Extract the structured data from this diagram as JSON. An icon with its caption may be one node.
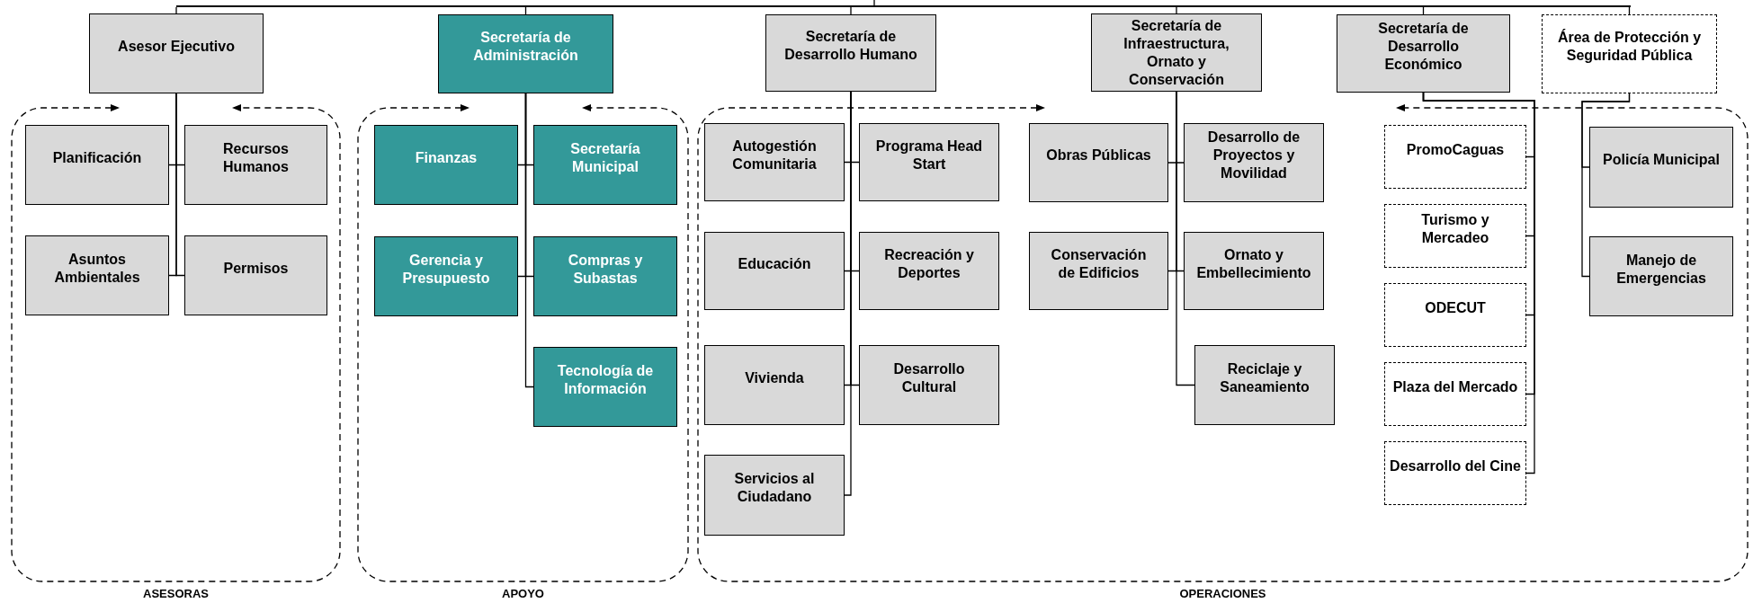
{
  "diagram": {
    "nodes": [
      {
        "text": [
          "Asesor Ejecutivo"
        ]
      },
      {
        "text": [
          "Secretaría de Administración"
        ]
      },
      {
        "text": [
          "Secretaría de Desarrollo Humano"
        ]
      },
      {
        "text": [
          "Secretaría de Infraestructura, Ornato y Conservación"
        ]
      },
      {
        "text": [
          "Secretaría de Desarrollo Económico"
        ]
      },
      {
        "text": [
          "Área de Protección y Seguridad Pública"
        ]
      },
      {
        "text": [
          "ASESORAS"
        ]
      },
      {
        "text": [
          "Planificación"
        ],
        "in": 6
      },
      {
        "text": [
          "Recursos Humanos"
        ],
        "in": 6
      },
      {
        "text": [
          "Asuntos Ambientales"
        ],
        "in": 6
      },
      {
        "text": [
          "Permisos"
        ],
        "in": 6
      },
      {
        "text": [
          "APOYO"
        ]
      },
      {
        "text": [
          "Finanzas"
        ],
        "in": 11
      },
      {
        "text": [
          "Secretaría Municipal"
        ],
        "in": 11
      },
      {
        "text": [
          "Gerencia y Presupuesto"
        ],
        "in": 11
      },
      {
        "text": [
          "Compras y Subastas"
        ],
        "in": 11
      },
      {
        "text": [
          "Tecnología de Información"
        ],
        "in": 11
      },
      {
        "text": [
          "OPERACIONES"
        ]
      },
      {
        "text": [
          "Autogestión Comunitaria"
        ],
        "in": 17
      },
      {
        "text": [
          "Programa Head Start"
        ],
        "in": 17
      },
      {
        "text": [
          "Educación"
        ],
        "in": 17
      },
      {
        "text": [
          "Recreación y Deportes"
        ],
        "in": 17
      },
      {
        "text": [
          "Vivienda"
        ],
        "in": 17
      },
      {
        "text": [
          "Desarrollo Cultural"
        ],
        "in": 17
      },
      {
        "text": [
          "Servicios al Ciudadano"
        ],
        "in": 17
      },
      {
        "text": [
          "Obras Públicas"
        ],
        "in": 17
      },
      {
        "text": [
          "Desarrollo de Proyectos y Movilidad"
        ],
        "in": 17
      },
      {
        "text": [
          "Conservación de Edificios"
        ],
        "in": 17
      },
      {
        "text": [
          "Ornato y Embellecimiento"
        ],
        "in": 17
      },
      {
        "text": [
          "Reciclaje y Saneamiento"
        ],
        "in": 17
      },
      {
        "text": [
          "PromoCaguas"
        ],
        "in": 17
      },
      {
        "text": [
          "Turismo y Mercadeo"
        ],
        "in": 17
      },
      {
        "text": [
          "ODECUT"
        ],
        "in": 17
      },
      {
        "text": [
          "Plaza del Mercado"
        ],
        "in": 17
      },
      {
        "text": [
          "Desarrollo del Cine"
        ],
        "in": 17
      },
      {
        "text": [
          "Policía Municipal"
        ],
        "in": 17
      },
      {
        "text": [
          "Manejo de Emergencias"
        ],
        "in": 17
      },
      {
        "text": [],
        "shape": "bar"
      }
    ],
    "edges": [
      {
        "from": 37,
        "to": 0,
        "arrow": "none"
      },
      {
        "from": 37,
        "to": 1,
        "arrow": "none"
      },
      {
        "from": 37,
        "to": 2,
        "arrow": "none"
      },
      {
        "from": 37,
        "to": 3,
        "arrow": "none"
      },
      {
        "from": 37,
        "to": 4,
        "arrow": "none"
      },
      {
        "from": 37,
        "to": 5,
        "arrow": "none"
      },
      {
        "from": null,
        "to": 37,
        "arrow": "none"
      },
      {
        "from": 0,
        "to": 7,
        "arrow": "none"
      },
      {
        "from": 0,
        "to": 8,
        "arrow": "none"
      },
      {
        "from": 0,
        "to": 9,
        "arrow": "none"
      },
      {
        "from": 0,
        "to": 10,
        "arrow": "none"
      },
      {
        "from": 1,
        "to": 12,
        "arrow": "none"
      },
      {
        "from": 1,
        "to": 13,
        "arrow": "none"
      },
      {
        "from": 1,
        "to": 14,
        "arrow": "none"
      },
      {
        "from": 1,
        "to": 15,
        "arrow": "none"
      },
      {
        "from": 1,
        "to": 16,
        "arrow": "none"
      },
      {
        "from": 2,
        "to": 18,
        "arrow": "none"
      },
      {
        "from": 2,
        "to": 19,
        "arrow": "none"
      },
      {
        "from": 2,
        "to": 20,
        "arrow": "none"
      },
      {
        "from": 2,
        "to": 21,
        "arrow": "none"
      },
      {
        "from": 2,
        "to": 22,
        "arrow": "none"
      },
      {
        "from": 2,
        "to": 23,
        "arrow": "none"
      },
      {
        "from": 2,
        "to": 24,
        "arrow": "none"
      },
      {
        "from": 3,
        "to": 25,
        "arrow": "none"
      },
      {
        "from": 3,
        "to": 26,
        "arrow": "none"
      },
      {
        "from": 3,
        "to": 27,
        "arrow": "none"
      },
      {
        "from": 3,
        "to": 28,
        "arrow": "none"
      },
      {
        "from": 3,
        "to": 29,
        "arrow": "none"
      },
      {
        "from": 4,
        "to": 30,
        "arrow": "none"
      },
      {
        "from": 4,
        "to": 31,
        "arrow": "none"
      },
      {
        "from": 4,
        "to": 32,
        "arrow": "none"
      },
      {
        "from": 4,
        "to": 33,
        "arrow": "none"
      },
      {
        "from": 4,
        "to": 34,
        "arrow": "none"
      },
      {
        "from": 5,
        "to": 35,
        "arrow": "none"
      },
      {
        "from": 5,
        "to": 36,
        "arrow": "none"
      }
    ]
  }
}
